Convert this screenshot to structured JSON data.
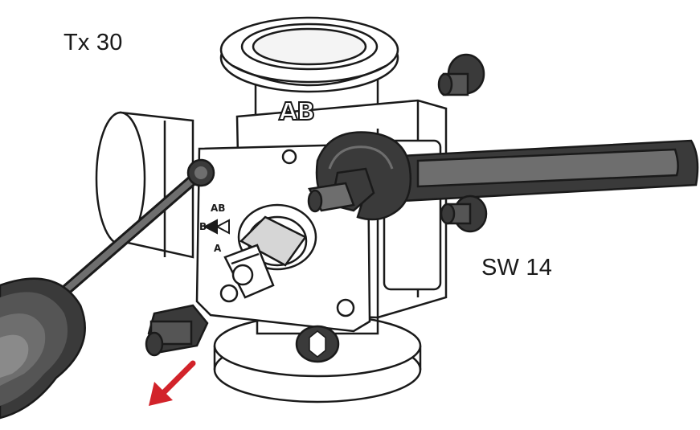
{
  "labels": {
    "torx_size": "Tx 30",
    "wrench_size": "SW 14",
    "port_top": "AB",
    "marking_ab": "AB",
    "marking_b": "B",
    "marking_a": "A"
  },
  "colors": {
    "outline": "#1a1a1a",
    "body_fill": "#ffffff",
    "dark_part": "#3a3a3a",
    "mid_grey": "#6e6e6e",
    "light_grey": "#d6d6d6",
    "arrow": "#d2232a"
  },
  "icons": {
    "direction_arrow": "arrow-down-left-icon",
    "torx_screwdriver": "screwdriver-icon",
    "wrench": "open-end-wrench-icon"
  }
}
